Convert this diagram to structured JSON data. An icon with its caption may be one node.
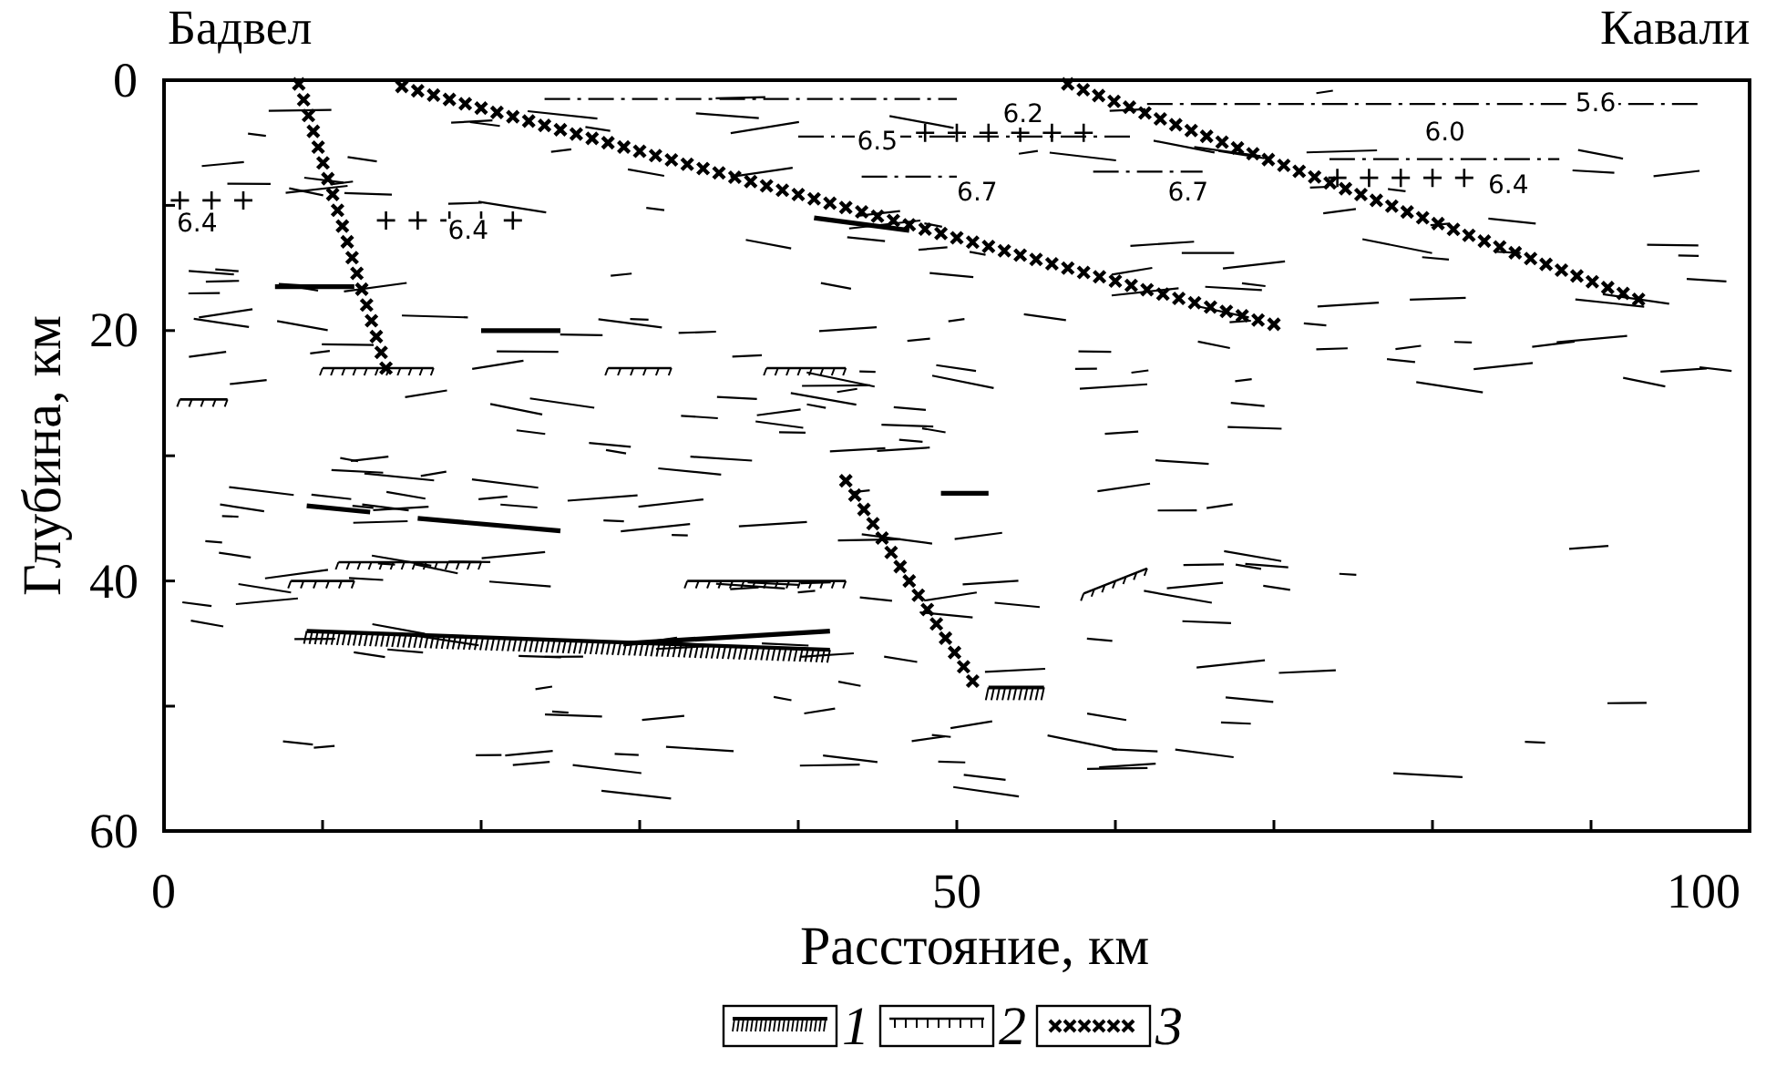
{
  "diagram": {
    "labels": [
      "Бадвел",
      "Кавали",
      "0",
      "20",
      "40",
      "60",
      "Глубина, км",
      "6.2",
      "5.6",
      "6.5",
      "6.0",
      "6.7",
      "6.7",
      "6.4",
      "6.4",
      "6.4",
      "0",
      "50",
      "100",
      "Расстояние, км"
    ],
    "legend": [
      {
        "text": "1"
      },
      {
        "text": "2"
      },
      {
        "text": "3"
      }
    ]
  }
}
